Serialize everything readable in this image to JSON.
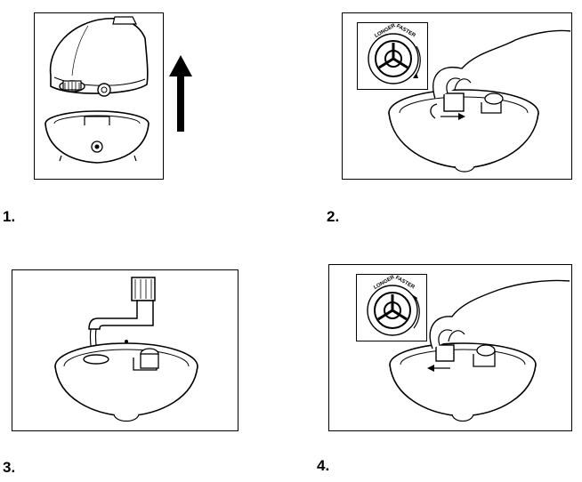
{
  "steps": [
    {
      "number": "1."
    },
    {
      "number": "2."
    },
    {
      "number": "3."
    },
    {
      "number": "4."
    }
  ],
  "dial": {
    "left_label": "LONGER",
    "right_label": "FASTER"
  }
}
